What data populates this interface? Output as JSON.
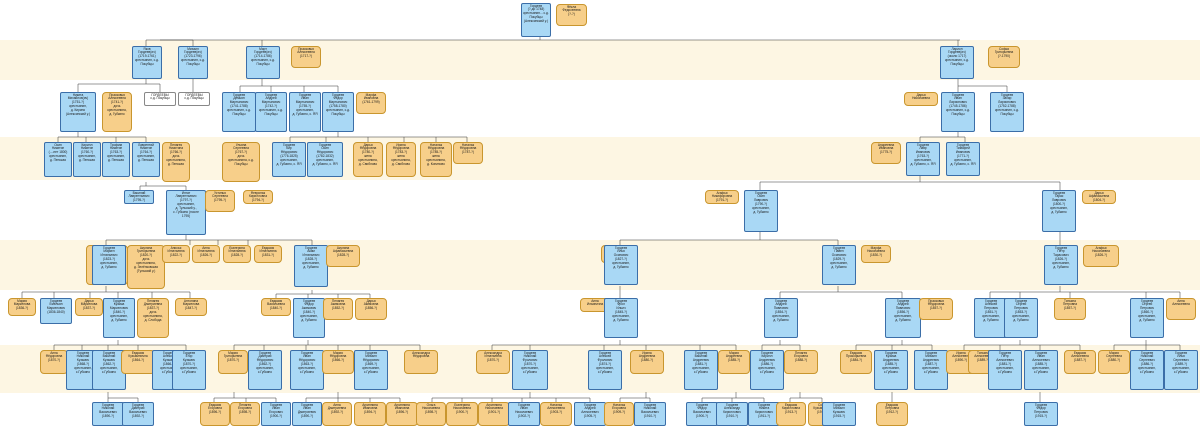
{
  "nodes": [
    {
      "id": "gen0a",
      "g": "m",
      "t": "Гордеев\n(?-до 1748)\nкрестьянин... с.д.\nПокубцы\n(Алексинский у.)"
    },
    {
      "id": "gen0b",
      "g": "f",
      "t": "Фёкла\nФедосеевна\n(?-?)"
    },
    {
      "id": "g1a",
      "g": "m",
      "t": "Яков\nГордеев(ич)\n(1719-1761)\nкрестьянин, с.д.\nПокубцы"
    },
    {
      "id": "g1b",
      "g": "m",
      "t": "Михаил\nГордеев(ич)\n(1723-1796)\nкрестьянин, с.д.\nПокубцы"
    },
    {
      "id": "g1c",
      "g": "m",
      "t": "Март\nГордеев(ич)\n(1714-1786)\nкрестьянин, с.д.\nПокубцы"
    },
    {
      "id": "g1d",
      "g": "f",
      "t": "Прасковья\nАлексеевна\n(1717-?)"
    },
    {
      "id": "g1e",
      "g": "m",
      "t": "Ларион\nГордеев(ич)\n(около 1717)\nкрестьянин, с.д.\nПокубцы"
    },
    {
      "id": "g1f",
      "g": "f",
      "t": "Софья\nГригорьевна\n(?-1790)"
    },
    {
      "id": "g2a",
      "g": "m",
      "t": "Никита\nМихайлов(ич)\n(1751-?)\nкрестьянин,\nд. Кирино\n(Алексинский у.)"
    },
    {
      "id": "g2b",
      "g": "f",
      "t": "Прасковья\nАлексеевна\n(1741-?)\nдочь\nкрестьянина,\nд. Губкино"
    },
    {
      "id": "g2c",
      "g": "u",
      "t": "ГОРДЕЕВЫ\nс.д. Покубцы"
    },
    {
      "id": "g2d",
      "g": "u",
      "t": "ГОРДЕЕВЫ\nс.д. Покубцы"
    },
    {
      "id": "g2e",
      "g": "m",
      "t": "Гордеев\nДемьян\nМартынович\n(1741-1788)\nкрестьянин, с.д.\nПокубцы"
    },
    {
      "id": "g2f",
      "g": "m",
      "t": "Гордеев\nАндрей\nМартынович\n(1742-?)\nкрестьянин, с.д.\nПокубцы"
    },
    {
      "id": "g2g",
      "g": "m",
      "t": "Гордеев\nИван\nМартынович\n(1755-?)\nкрестьянин,\nд. Губкино, с. ЯЯ"
    },
    {
      "id": "g2h",
      "g": "m",
      "t": "Гордеев\nФёдор\nМартынович\n(1758-1780)\nкрестьянин, с.д.\nПокубцы"
    },
    {
      "id": "g2i",
      "g": "f",
      "t": "Марфа\nИвановна\n(1761-1799)"
    },
    {
      "id": "g2j",
      "g": "f",
      "t": "Дарья\nНиколаевна"
    },
    {
      "id": "g2k",
      "g": "m",
      "t": "Гордеев\nИван\nЛарионович\n(1745-1786)\nкрестьянин, с.д.\nПокубцы"
    },
    {
      "id": "g2l",
      "g": "m",
      "t": "Гордеев\nЗахар\nЛарионович\n(1752-1788)\nкрестьянин, с.д.\nПокубцы"
    },
    {
      "id": "g3a",
      "g": "m",
      "t": "Осип\nНикитин\n(...-нет 1800)\nкрестьянин,\nд. Пенская"
    },
    {
      "id": "g3b",
      "g": "m",
      "t": "Кирилл\nНикитин\n(1760-?)\nкрестьянин,\nд. Пенская"
    },
    {
      "id": "g3c",
      "g": "m",
      "t": "Трофим\nНикитин\n(1763-?)\nкрестьянин,\nд. Пенская"
    },
    {
      "id": "g3d",
      "g": "m",
      "t": "Лаврентий\nНикитин\n(1764-?)\nкрестьянин,\nд. Пенская"
    },
    {
      "id": "g3e",
      "g": "f",
      "t": "Пелагея\nНикитина\n(1766-?)\nдочь\nкрестьянина,\nд. Пенская"
    },
    {
      "id": "g3f",
      "g": "f",
      "t": "Ульяна\nСергеевна\n(1767-?)\nдочь\nкрестьянина, с.д.\nПокубцы"
    },
    {
      "id": "g3g",
      "g": "m",
      "t": "Гордеев\nКир\nФёдорович\n(1776-1825)\nкрестьянин,\nд. Губкино, с. ЯЯ"
    },
    {
      "id": "g3h",
      "g": "m",
      "t": "Гордеев\nОсип\nФёдорович\n(1782-1832)\nкрестьянин,\nд. Губкино, с. ЯЯ"
    },
    {
      "id": "g3i",
      "g": "f",
      "t": "Дарья\nФёдоровна\n(1780-?)\nжена\nкрестьянина,\nд. Свиблово"
    },
    {
      "id": "g3j",
      "g": "f",
      "t": "Ирина\nФёдоровна\n(1783-?)\nжена\nкрестьянина,\nд. Свиблово"
    },
    {
      "id": "g3k",
      "g": "f",
      "t": "Наталья\nФёдоровна\n(1785-?)\nжена\nкрестьянина,\nд. Кониново"
    },
    {
      "id": "g3l",
      "g": "f",
      "t": "Наталья\nФёдоровна\n(1787-?)"
    },
    {
      "id": "g3m",
      "g": "f",
      "t": "Андреевна\nИвановна\n(1775-?)"
    },
    {
      "id": "g3n",
      "g": "m",
      "t": "Гордеев\nЛавр\nИванович\n(1763-?)\nкрестьянин,\nд. Губкино, с. ЯЯ"
    },
    {
      "id": "g3o",
      "g": "m",
      "t": "Гордеев\nТимофей\nИванович\n(1771-?)\nкрестьянин,\nд. Губкино, с. ЯЯ"
    },
    {
      "id": "g4a",
      "g": "m",
      "t": "Василий\nЛаврентьевич\n(1795-?)"
    },
    {
      "id": "g4b",
      "g": "m",
      "t": "Игнат\nЛаврентьевич\n(1797-?)\nкрестьянин,\nд. Тульский у.,\nс. Губкино (после\n1795)"
    },
    {
      "id": "g4c",
      "g": "f",
      "t": "Устинья\nСергеевна\n(1795-?)"
    },
    {
      "id": "g4d",
      "g": "f",
      "t": "Февронья\nКирилловна\n(1794-?)"
    },
    {
      "id": "g4e",
      "g": "f",
      "t": "Агафья\nНикифоровна\n(1791-?)"
    },
    {
      "id": "g4f",
      "g": "m",
      "t": "Гордеев\nОсип\nЛаврович\n(1790-?)\nкрестьянин,\nд. Губкино"
    },
    {
      "id": "g4g",
      "g": "m",
      "t": "Гордеев\nТарас\nЛаврович\n(1800-?)\nкрестьянин,\nд. Губкино"
    },
    {
      "id": "g4h",
      "g": "f",
      "t": "Дарья\nАфанасьевна\n(1804-?)"
    },
    {
      "id": "g5a",
      "g": "f",
      "t": "Акулина\nИгнатьевна\n(1818-1851-19)\nдочь крестьянина,\nд. Губкино"
    },
    {
      "id": "g5b",
      "g": "m",
      "t": "Гордеев\nМаркел\nИгнатьевич\n(1823-?)\nкрестьянин,\nд. Губкино"
    },
    {
      "id": "g5c",
      "g": "f",
      "t": "Акулина\nГригорьевна\n(1820-?)\nдочь\nкрестьянина,\nд. Зелёнковская\n(Тульский у.)"
    },
    {
      "id": "g5d",
      "g": "f",
      "t": "Анисья\nИгнатьевна\n(1822-?)"
    },
    {
      "id": "g5e",
      "g": "f",
      "t": "Анна\nИгнатьевна\n(1826-?)"
    },
    {
      "id": "g5f",
      "g": "f",
      "t": "Екатерина\nИгнатьевна\n(1828-?)"
    },
    {
      "id": "g5g",
      "g": "f",
      "t": "Евдокия\nИгнатьевна\n(1831-?)"
    },
    {
      "id": "g5h",
      "g": "m",
      "t": "Гордеев\nАким\nИгнатьевич\n(1828-?)\nкрестьянин,\nд. Губкино"
    },
    {
      "id": "g5i",
      "g": "f",
      "t": "Акулина\nАфанасьевна\n(1828-?)"
    },
    {
      "id": "g5j",
      "g": "f",
      "t": "Пелагея\nКирилловна\n(1827-?)"
    },
    {
      "id": "g5k",
      "g": "m",
      "t": "Гордеев\nИлья\nОсипович\n(1827-?)\nкрестьянин,\nд. Губкино"
    },
    {
      "id": "g5l",
      "g": "m",
      "t": "Гордеев\nПавел\nОсипович\n(1829-?)\nкрестьянин,\nд. Губкино"
    },
    {
      "id": "g5m",
      "g": "f",
      "t": "Марфа\nНиколаевна\n(1830-?)"
    },
    {
      "id": "g5n",
      "g": "m",
      "t": "Гордеев\nПётр\nТарасович\n(1826-?)\nкрестьянин,\nд. Губкино"
    },
    {
      "id": "g5o",
      "g": "f",
      "t": "Агафья\nНиколаевна\n(1826-?)"
    },
    {
      "id": "g6a",
      "g": "f",
      "t": "Мария\nМаркелова\n(1836-?)"
    },
    {
      "id": "g6b",
      "g": "m",
      "t": "Гордеев\nЕмельян\nМаркелович\n(1836-1840)"
    },
    {
      "id": "g6c",
      "g": "f",
      "t": "Дарья\nМаркелова\n(1837-?)"
    },
    {
      "id": "g6d",
      "g": "m",
      "t": "Гордеев\nКузьма\nМаркелович\n(1840-?)\nкрестьянин,\nд. Губкино"
    },
    {
      "id": "g6e",
      "g": "f",
      "t": "Пелагея\nДмитриевна\n(1837-?)\nдочь\nкрестьянина,\nд. Слобода"
    },
    {
      "id": "g6f",
      "g": "f",
      "t": "Антонина\nМаркелова\n(1847-?)"
    },
    {
      "id": "g6g",
      "g": "f",
      "t": "Евдокия\nВасильевна\n(1840-?)"
    },
    {
      "id": "g6h",
      "g": "m",
      "t": "Гордеев\nФёдор\nАкимович\n(1840-?)\nкрестьянин,\nд. Губкино"
    },
    {
      "id": "g6i",
      "g": "f",
      "t": "Пелагея\nАкимовна\n(1852-?)"
    },
    {
      "id": "g6j",
      "g": "f",
      "t": "Дарья\nАкимовна\n(1856-?)"
    },
    {
      "id": "g6k",
      "g": "f",
      "t": "Анна\nИльинична"
    },
    {
      "id": "g6l",
      "g": "m",
      "t": "Гордеев\nФрол\nИльич\n(1845-?)\nкрестьянин,\nд. Губкино"
    },
    {
      "id": "g6m",
      "g": "f",
      "t": "Анна\nПавловна"
    },
    {
      "id": "g6n",
      "g": "m",
      "t": "Гордеев\nАндрей\nПавлович\n(1854-?)\nкрестьянин,\nд. Губкино"
    },
    {
      "id": "g6o",
      "g": "m",
      "t": "Гордеев\nАндрей\nПавлович\n(1856-?)\nкрестьянин,\nд. Губкино"
    },
    {
      "id": "g6p",
      "g": "f",
      "t": "Прасковья\nФёдоровна\n(1857-?)"
    },
    {
      "id": "g6q",
      "g": "m",
      "t": "Гордеев\nАлексей\nПетрович\n(1851-?)\nкрестьянин,\nд. Губкино"
    },
    {
      "id": "g6r",
      "g": "m",
      "t": "Гордеев\nСергей\nПетрович\n(1853-?)\nкрестьянин,\nд. Губкино"
    },
    {
      "id": "g6s",
      "g": "f",
      "t": "Татьяна\nПетровна\n(1857-?)"
    },
    {
      "id": "g6t",
      "g": "m",
      "t": "Гордеев\nСергей\nПетрович\n(1860-?)\nкрестьянин,\nд. Губкино"
    },
    {
      "id": "g6u",
      "g": "f",
      "t": "Анна\nАлексеевна"
    },
    {
      "id": "g7a",
      "g": "f",
      "t": "Анна\nФёдоровна\n(1870-?)"
    },
    {
      "id": "g7b",
      "g": "m",
      "t": "Гордеев\nНиколай\nКузьмич\n(1868-?)\nкрестьянин,\nс.Губкино"
    },
    {
      "id": "g7c",
      "g": "m",
      "t": "Гордеев\nВасилий\nКузьмич\n(1862-?)\nкрестьянин,\nс.Губкино"
    },
    {
      "id": "g7d",
      "g": "f",
      "t": "Евдокия\nКузьминична\n(1864-?)"
    },
    {
      "id": "g7e",
      "g": "m",
      "t": "Гордеев\nАлексей\nКузьмич\n(1866-?)\nкрестьянин,\nс.Губкино"
    },
    {
      "id": "g7f",
      "g": "m",
      "t": "Гордеев\nЕгор\nКузьмич\n(1870-?)\nкрестьянин,\nс.Губкино"
    },
    {
      "id": "g7g",
      "g": "f",
      "t": "Мария\nГригорьевна\n(1870-?)"
    },
    {
      "id": "g7h",
      "g": "m",
      "t": "Гордеев\nДмитрий\nФёдорович\n(1862-?)\nкрестьянин,\nс.Губкино"
    },
    {
      "id": "g7i",
      "g": "m",
      "t": "Гордеев\nИван\nФёдорович\n(1863-?)\nкрестьянин,\nс.Губкино"
    },
    {
      "id": "g7j",
      "g": "f",
      "t": "Мария\nФёдоровна\n(1866-?)"
    },
    {
      "id": "g7k",
      "g": "m",
      "t": "Гордеев\nМихаил\nФёдорович\n(1869-?)\nкрестьянин,\nс.Губкино"
    },
    {
      "id": "g7l",
      "g": "f",
      "t": "Александра\nФёдоровна"
    },
    {
      "id": "g7m",
      "g": "f",
      "t": "Александра\nИгнатьевна\n(1870-?)"
    },
    {
      "id": "g7n",
      "g": "m",
      "t": "Гордеев\nНиколай\nФролович\n(1870-?)\nкрестьянин,\nс.Губкино"
    },
    {
      "id": "g7o",
      "g": "m",
      "t": "Гордеев\nАлексей\nФролович\n(1874-?)\nкрестьянин,\nс.Губкино"
    },
    {
      "id": "g7p",
      "g": "f",
      "t": "Ирина\nАндреевна\n(1880-?)"
    },
    {
      "id": "g7q",
      "g": "m",
      "t": "Гордеев\nВасилий\nАндреевич\n(1881-?)\nкрестьянин,\nс.Губкино"
    },
    {
      "id": "g7r",
      "g": "f",
      "t": "Мария\nАндреевна\n(1885-?)"
    },
    {
      "id": "g7s",
      "g": "m",
      "t": "Гордеев\nКирилл\nАндреевич\n(1886-?)\nкрестьянин,\nс.Губкино"
    },
    {
      "id": "g7t",
      "g": "f",
      "t": "Пелагея\nЕгоровна\n(1888-?)"
    },
    {
      "id": "g7u",
      "g": "f",
      "t": "Евдокия\nПрокофьевна\n(1884-?)"
    },
    {
      "id": "g7v",
      "g": "m",
      "t": "Гордеев\nКузьма\nАндреевич\n(1885-?)\nкрестьянин,\nс.Губкино"
    },
    {
      "id": "g7w",
      "g": "m",
      "t": "Гордеев\nМихаил\nАндреевич\n(1887-?)\nкрестьянин,\nс.Губкино"
    },
    {
      "id": "g7x",
      "g": "f",
      "t": "Ирина\nАлексеевна\n(1890-?)"
    },
    {
      "id": "g7y",
      "g": "f",
      "t": "Татьяна\nАлексеевна\n(1889-?)"
    },
    {
      "id": "g7z",
      "g": "m",
      "t": "Гордеев\nПётр\nАлексеевич\n(1881-?)\nкрестьянин,\nс.Губкино"
    },
    {
      "id": "g7aa",
      "g": "m",
      "t": "Гордеев\nИван\nАлексеевич\n(1885-?)\nкрестьянин,\nс.Губкино"
    },
    {
      "id": "g7ab",
      "g": "f",
      "t": "Евдокия\nАлексеевна\n(1887-?)"
    },
    {
      "id": "g7ac",
      "g": "f",
      "t": "Мария\nСергеевна\n(1880-?)"
    },
    {
      "id": "g7ad",
      "g": "m",
      "t": "Гордеев\nНиколай\nСергеевич\n(1886-?)\nкрестьянин,\nс.Губкино"
    },
    {
      "id": "g7ae",
      "g": "m",
      "t": "Гордеев\nИлья\nСергеевич\n(1889-?)\nкрестьянин,\nс.Губкино"
    },
    {
      "id": "g8a",
      "g": "m",
      "t": "Гордеев\nНиколай\nВасильевич\n(1890-?)"
    },
    {
      "id": "g8b",
      "g": "m",
      "t": "Гордеев\nДмитрий\nВасильевич\n(1892-?)"
    },
    {
      "id": "g8c",
      "g": "f",
      "t": "Евдокия\nЕгоровна\n(1896-?)"
    },
    {
      "id": "g8d",
      "g": "f",
      "t": "Пелагея\nЕгоровна\n(1898-?)"
    },
    {
      "id": "g8e",
      "g": "m",
      "t": "Гордеев\nИван\nЕгорович\n(1900-?)"
    },
    {
      "id": "g8f",
      "g": "m",
      "t": "Гордеев\nИван\nДмитриевич\n(1890-?)"
    },
    {
      "id": "g8g",
      "g": "f",
      "t": "Анна\nДмитриевна\n(1892-?)"
    },
    {
      "id": "g8h",
      "g": "f",
      "t": "Агриппина\nИвановна\n(1894-?)"
    },
    {
      "id": "g8i",
      "g": "f",
      "t": "Агриппина\nИвановна\n(1896-?)"
    },
    {
      "id": "g8j",
      "g": "f",
      "t": "Ольга\nНиколаевна\n(1898-?)"
    },
    {
      "id": "g8k",
      "g": "f",
      "t": "Екатерина\nНиколаевна\n(1900-?)"
    },
    {
      "id": "g8l",
      "g": "f",
      "t": "Агриппина\nНиколаевна\n(1901-?)"
    },
    {
      "id": "g8m",
      "g": "m",
      "t": "Гордеев\nИван\nНиколаевич\n(1902-?)"
    },
    {
      "id": "g8n",
      "g": "f",
      "t": "Наталья\nАлексеевна\n(1903-?)"
    },
    {
      "id": "g8o",
      "g": "m",
      "t": "Гордеев\nАндрей\nАлексеевич\n(1905-?)"
    },
    {
      "id": "g8p",
      "g": "f",
      "t": "Наталья\nЕгоровна\n(1909-?)"
    },
    {
      "id": "g8q",
      "g": "m",
      "t": "Гордеев\nНиколай\nВасильевич\n(1910-?)"
    },
    {
      "id": "g8r",
      "g": "m",
      "t": "Гордеев\nФёдор\nВасильевич\n(1900-?)"
    },
    {
      "id": "g8s",
      "g": "m",
      "t": "Гордеев\nАлександр\nКириллович\n(1910-?)"
    },
    {
      "id": "g8t",
      "g": "m",
      "t": "Гордеев\nНикита\nКириллович\n(1911-?)"
    },
    {
      "id": "g8u",
      "g": "f",
      "t": "Евдокия\nКирилловна\n(1913-?)"
    },
    {
      "id": "g8v",
      "g": "f",
      "t": "Софья\nКузьминична\n(1914-?)"
    },
    {
      "id": "g8w",
      "g": "m",
      "t": "Гордеев\nМихаил\nКузьмич\n(1915-?)"
    },
    {
      "id": "g8x",
      "g": "f",
      "t": "Евдокия\nПетровна\n(1912-?)"
    },
    {
      "id": "g8y",
      "g": "m",
      "t": "Гордеев\nФёдор\nПетрович\n(1915-?)"
    }
  ]
}
